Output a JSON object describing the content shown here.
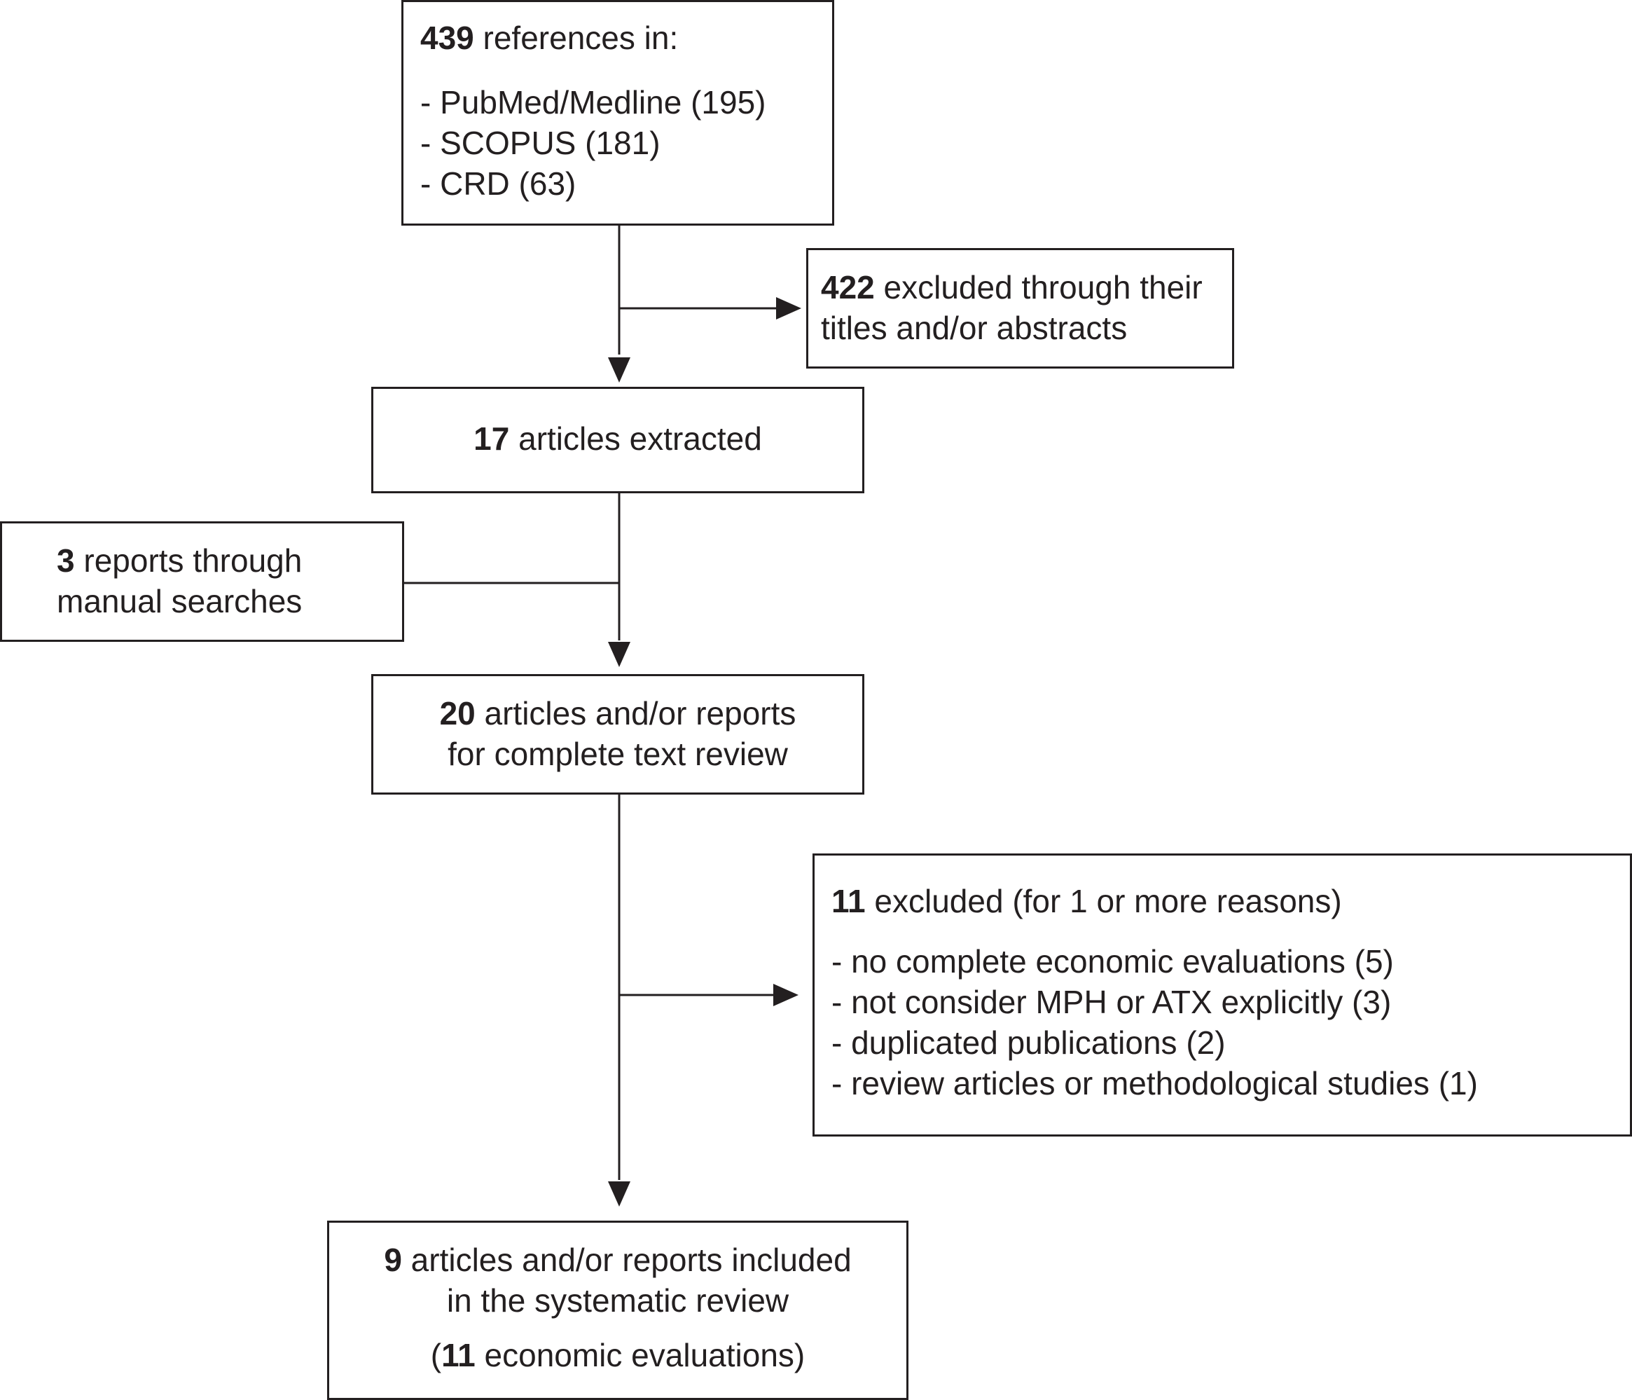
{
  "box_references": {
    "count": "439",
    "heading": " references in:",
    "sources": [
      "- PubMed/Medline (195)",
      "- SCOPUS (181)",
      "- CRD (63)"
    ]
  },
  "box_excluded_titles": {
    "count": "422",
    "line1_rest": " excluded through their",
    "line2": "titles and/or abstracts"
  },
  "box_extracted": {
    "count": "17",
    "rest": " articles extracted"
  },
  "box_manual": {
    "count": "3",
    "line1_rest": " reports through",
    "line2": "manual searches"
  },
  "box_full_text": {
    "count": "20",
    "line1_rest": " articles and/or reports",
    "line2": "for complete text review"
  },
  "box_excluded_reasons": {
    "count": "11",
    "heading": " excluded (for 1 or more reasons)",
    "reasons": [
      "- no complete economic evaluations (5)",
      "- not consider MPH or ATX explicitly (3)",
      "- duplicated publications (2)",
      "- review articles or methodological studies (1)"
    ]
  },
  "box_included": {
    "count": "9",
    "line1_rest": " articles and/or reports included",
    "line2": "in the systematic review",
    "line3_open": "(",
    "line3_count": "11",
    "line3_rest": " economic evaluations)"
  }
}
